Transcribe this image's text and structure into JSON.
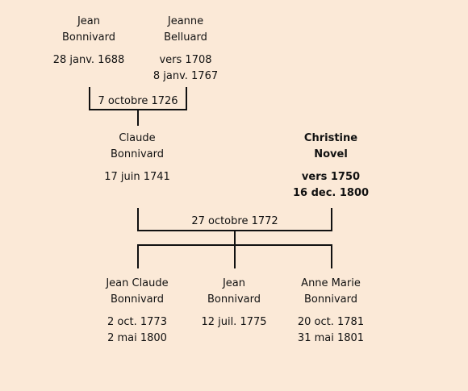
{
  "people": {
    "jean_senior": {
      "first": "Jean",
      "last": "Bonnivard",
      "birth": "28 janv. 1688",
      "death": ""
    },
    "jeanne": {
      "first": "Jeanne",
      "last": "Belluard",
      "birth": "vers 1708",
      "death": "8 janv. 1767"
    },
    "claude": {
      "first": "Claude",
      "last": "Bonnivard",
      "birth": "17 juin 1741",
      "death": ""
    },
    "christine": {
      "first": "Christine",
      "last": "Novel",
      "birth": "vers 1750",
      "death": "16 dec. 1800"
    },
    "jean_claude": {
      "first": "Jean Claude",
      "last": "Bonnivard",
      "birth": "2 oct. 1773",
      "death": "2 mai 1800"
    },
    "jean_junior": {
      "first": "Jean",
      "last": "Bonnivard",
      "birth": "12 juil. 1775",
      "death": ""
    },
    "anne_marie": {
      "first": "Anne Marie",
      "last": "Bonnivard",
      "birth": "20 oct. 1781",
      "death": "31 mai 1801"
    }
  },
  "marriages": {
    "first": "7 octobre 1726",
    "second": "27 octobre 1772"
  }
}
